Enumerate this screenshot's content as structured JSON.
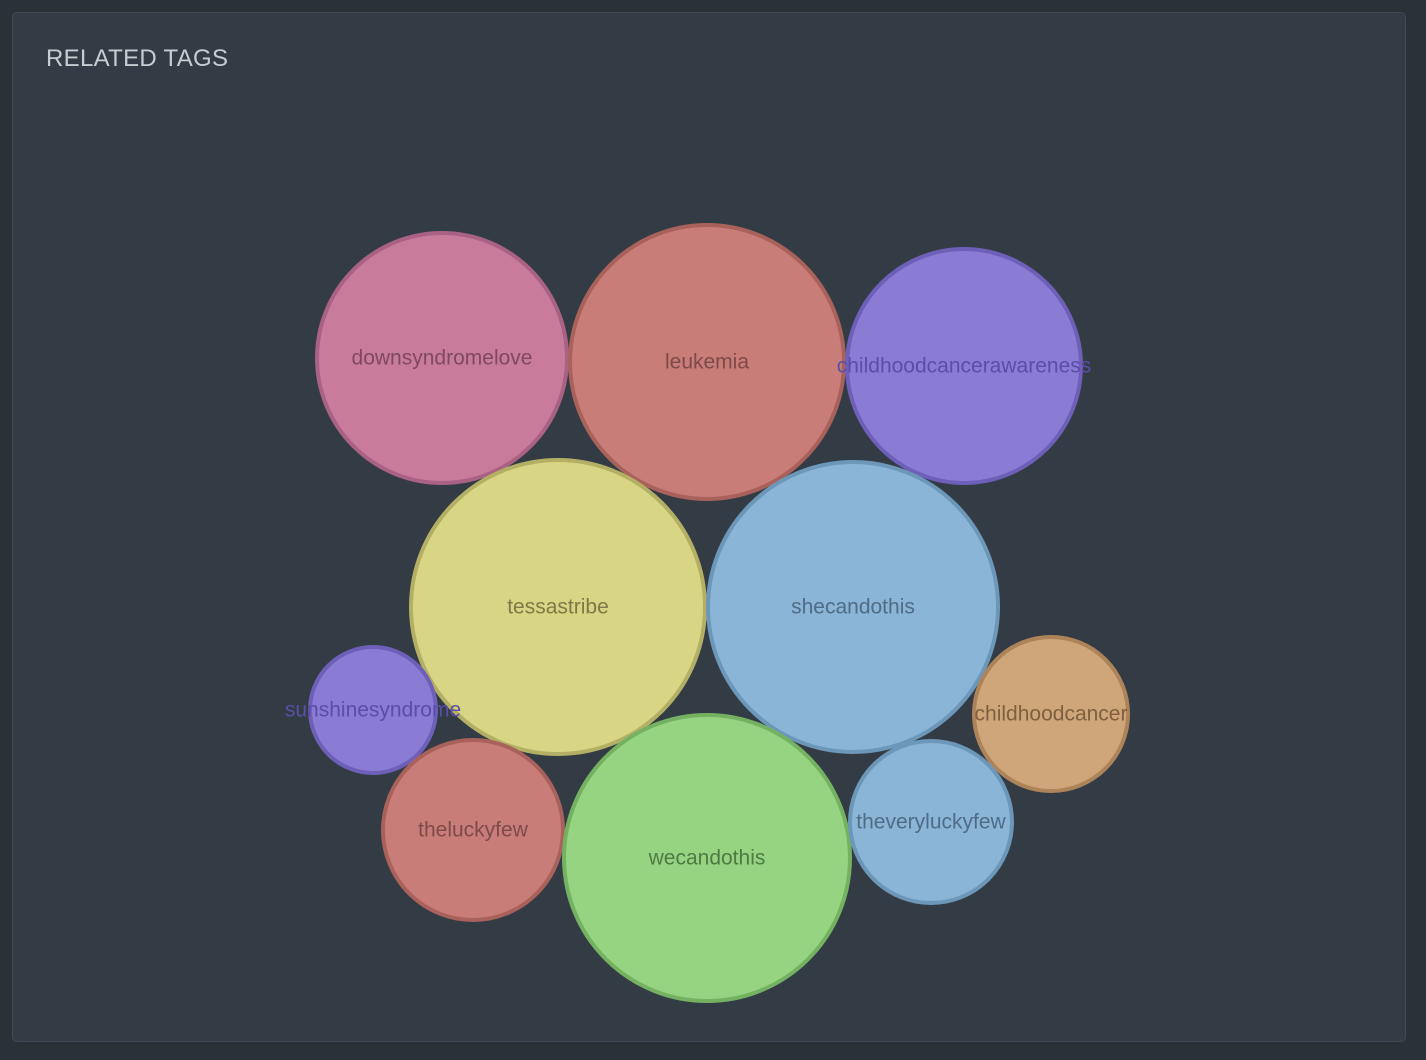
{
  "panel": {
    "title": "RELATED TAGS"
  },
  "bubbles": [
    {
      "tag": "downsyndromelove",
      "fill": "#c97b9c",
      "stroke": "#a96283",
      "text": "#7e4a5c"
    },
    {
      "tag": "leukemia",
      "fill": "#c97d78",
      "stroke": "#a9615c",
      "text": "#7e4a48"
    },
    {
      "tag": "childhoodcancerawareness",
      "fill": "#8a7cd4",
      "stroke": "#6e60b8",
      "text": "#5a4ea6"
    },
    {
      "tag": "tessastribe",
      "fill": "#d8d585",
      "stroke": "#b3b066",
      "text": "#7c7a48"
    },
    {
      "tag": "shecandothis",
      "fill": "#8ab5d6",
      "stroke": "#6c97b8",
      "text": "#4e6c86"
    },
    {
      "tag": "sunshinesyndrome",
      "fill": "#8a7cd4",
      "stroke": "#6e60b8",
      "text": "#5a4ea6"
    },
    {
      "tag": "childhoodcancer",
      "fill": "#cfa57a",
      "stroke": "#ad835a",
      "text": "#7e6040"
    },
    {
      "tag": "theluckyfew",
      "fill": "#c97d78",
      "stroke": "#a9615c",
      "text": "#7e4a48"
    },
    {
      "tag": "wecandothis",
      "fill": "#96d482",
      "stroke": "#74b262",
      "text": "#4e7a44"
    },
    {
      "tag": "theveryluckyfew",
      "fill": "#8ab5d6",
      "stroke": "#6c97b8",
      "text": "#4e6c86"
    }
  ]
}
